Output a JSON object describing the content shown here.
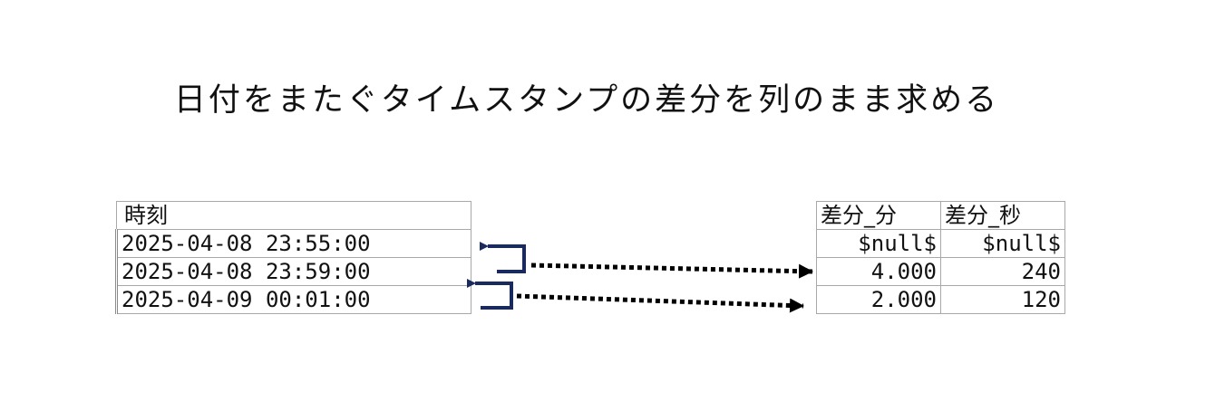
{
  "title": "日付をまたぐタイムスタンプの差分を列のまま求める",
  "left_table": {
    "header": "時刻",
    "rows": [
      "2025-04-08 23:55:00",
      "2025-04-08 23:59:00",
      "2025-04-09 00:01:00"
    ]
  },
  "right_table": {
    "headers": [
      "差分_分",
      "差分_秒"
    ],
    "rows": [
      [
        "$null$",
        "$null$"
      ],
      [
        "4.000",
        "240"
      ],
      [
        "2.000",
        "120"
      ]
    ]
  },
  "colors": {
    "bracket_arrow": "#1b2a5e",
    "dotted_arrow": "#000000",
    "grid": "#a8a8a8"
  }
}
